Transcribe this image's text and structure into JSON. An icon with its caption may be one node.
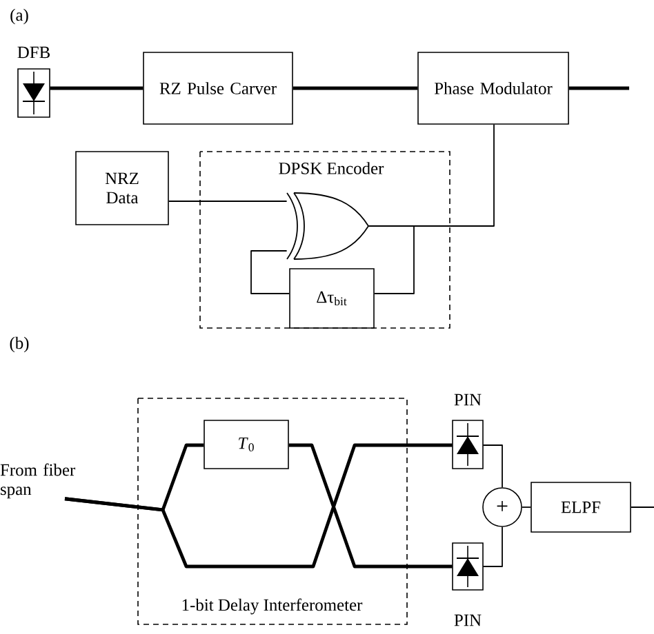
{
  "diagram": {
    "nodes": [
      {
        "text": [
          "DFB"
        ]
      },
      {
        "text": [
          "RZ Pulse Carver"
        ]
      },
      {
        "text": [
          "Phase Modulator"
        ]
      },
      {
        "text": [
          "DPSK Encoder"
        ]
      },
      {
        "text": [
          "NRZ Data"
        ]
      },
      {
        "text": [],
        "shape": "gate",
        "in": 3
      },
      {
        "text": [
          "Δτ$_{bit}$"
        ],
        "in": 3
      },
      {
        "text": [
          "1-bit Delay Interferometer"
        ]
      },
      {
        "text": [
          "*T*$_{0}$"
        ],
        "in": 7
      },
      {
        "text": [
          "From fiber span"
        ]
      },
      {
        "text": [
          "PIN"
        ]
      },
      {
        "text": [
          "PIN"
        ]
      },
      {
        "text": [
          "+"
        ]
      },
      {
        "text": [
          "ELPF"
        ]
      }
    ],
    "edges": [
      {
        "from": 0,
        "to": 1,
        "arrow": "none",
        "style": "thick"
      },
      {
        "from": 1,
        "to": 2,
        "arrow": "none",
        "style": "thick"
      },
      {
        "from": 2,
        "to": null,
        "arrow": "none",
        "style": "thick"
      },
      {
        "from": 4,
        "to": 5,
        "arrow": "none"
      },
      {
        "from": 5,
        "to": 2,
        "arrow": "none"
      },
      {
        "from": 5,
        "to": 6,
        "arrow": "none"
      },
      {
        "from": 6,
        "to": 5,
        "arrow": "none"
      },
      {
        "from": 9,
        "to": 8,
        "arrow": "none",
        "style": "thick"
      },
      {
        "from": 9,
        "to": 10,
        "arrow": "none",
        "style": "thick"
      },
      {
        "from": 8,
        "to": 11,
        "arrow": "none",
        "style": "thick"
      },
      {
        "from": 10,
        "to": 12,
        "arrow": "none"
      },
      {
        "from": 11,
        "to": 12,
        "arrow": "none"
      },
      {
        "from": 12,
        "to": 13,
        "arrow": "none"
      },
      {
        "from": 13,
        "to": null,
        "arrow": "none"
      }
    ],
    "labels": [
      "(a)",
      "(b)"
    ]
  }
}
